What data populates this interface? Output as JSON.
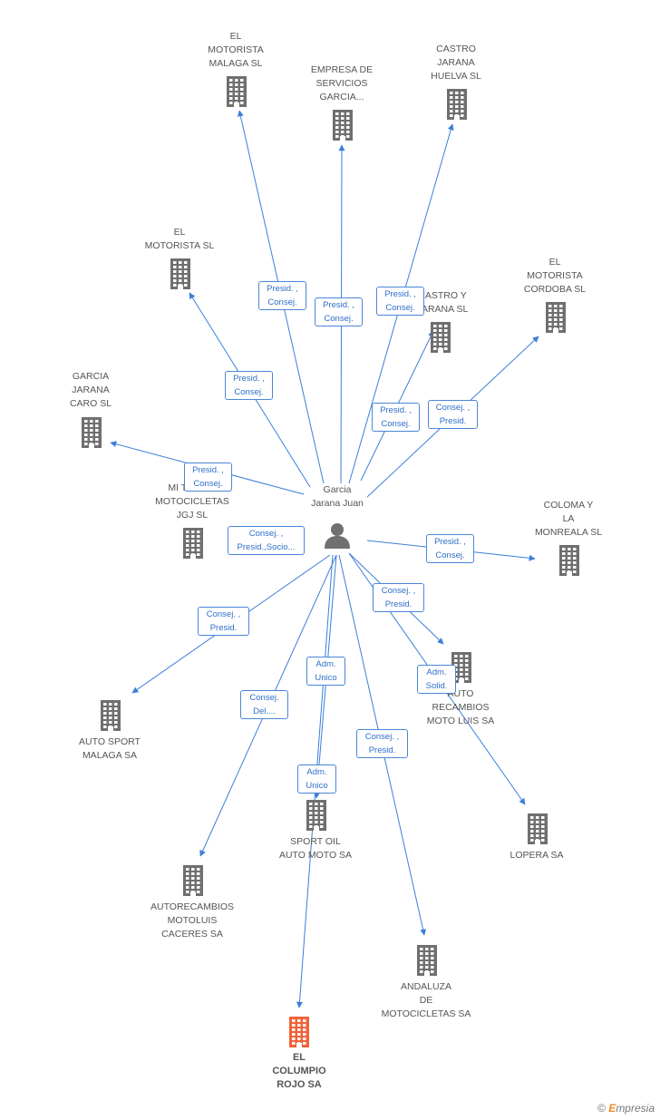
{
  "colors": {
    "edge": "#3b7fd9",
    "building": "#6f6f6f",
    "focus": "#f0633a",
    "person": "#707070"
  },
  "person": {
    "label": "Garcia\nJarana Juan"
  },
  "nodes": [
    {
      "id": "n1",
      "label": "EL\nMOTORISTA\nMALAGA SL"
    },
    {
      "id": "n2",
      "label": "EMPRESA DE\nSERVICIOS\nGARCIA..."
    },
    {
      "id": "n3",
      "label": "CASTRO\nJARANA\nHUELVA  SL"
    },
    {
      "id": "n4",
      "label": "EL\nMOTORISTA SL"
    },
    {
      "id": "n5",
      "label": "CASTRO Y\nJARANA SL"
    },
    {
      "id": "n6",
      "label": "EL\nMOTORISTA\nCORDOBA SL"
    },
    {
      "id": "n7",
      "label": "GARCIA\nJARANA\nCARO SL"
    },
    {
      "id": "n8",
      "label": "MI TALLER\nMOTOCICLETAS\nJGJ SL"
    },
    {
      "id": "n9",
      "label": "COLOMA Y\nLA\nMONREALA  SL"
    },
    {
      "id": "n10",
      "label": "AUTO\nRECAMBIOS\nMOTO LUIS SA"
    },
    {
      "id": "n11",
      "label": "AUTO SPORT\nMALAGA SA"
    },
    {
      "id": "n12",
      "label": "SPORT OIL\nAUTO MOTO SA"
    },
    {
      "id": "n13",
      "label": "LOPERA SA"
    },
    {
      "id": "n14",
      "label": "AUTORECAMBIOS\nMOTOLUIS\nCACERES SA"
    },
    {
      "id": "n15",
      "label": "ANDALUZA\nDE\nMOTOCICLETAS SA"
    },
    {
      "id": "n16",
      "label": "EL\nCOLUMPIO\nROJO SA",
      "focus": true
    }
  ],
  "roles": [
    {
      "id": "r1",
      "label": "Presid. ,\nConsej."
    },
    {
      "id": "r2",
      "label": "Presid. ,\nConsej."
    },
    {
      "id": "r3",
      "label": "Presid. ,\nConsej."
    },
    {
      "id": "r4",
      "label": "Presid. ,\nConsej."
    },
    {
      "id": "r5",
      "label": "Presid. ,\nConsej."
    },
    {
      "id": "r6",
      "label": "Consej. ,\nPresid."
    },
    {
      "id": "r7",
      "label": "Presid. ,\nConsej."
    },
    {
      "id": "r8",
      "label": "Consej. ,\nPresid.,Socio..."
    },
    {
      "id": "r9",
      "label": "Presid. ,\nConsej."
    },
    {
      "id": "r10",
      "label": "Consej. ,\nPresid."
    },
    {
      "id": "r11",
      "label": "Consej. ,\nPresid."
    },
    {
      "id": "r12",
      "label": "Adm.\nSolid."
    },
    {
      "id": "r13",
      "label": "Adm.\nUnico"
    },
    {
      "id": "r14",
      "label": "Consej.\nDel...."
    },
    {
      "id": "r15",
      "label": "Adm.\nUnico"
    },
    {
      "id": "r16",
      "label": "Consej. ,\nPresid."
    }
  ],
  "footer": {
    "copyright": "©",
    "brand_e": "E",
    "brand_rest": "mpresia"
  }
}
